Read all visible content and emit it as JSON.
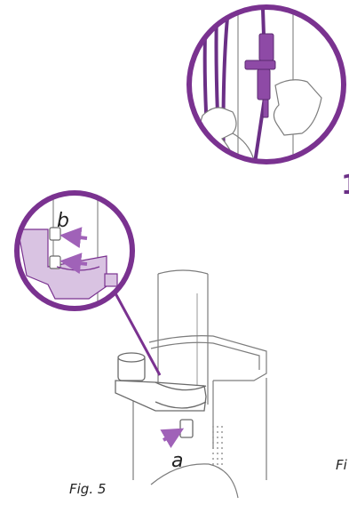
{
  "labels": {
    "callout_a": "a",
    "callout_b": "b",
    "fig_caption": "Fig. 5",
    "fig_caption_cut": "Fi",
    "fig_number_cut": "1"
  },
  "colors": {
    "accent_purple": "#7a3290",
    "arrow_purple": "#a062b8",
    "outline": "#7d7d7d",
    "tube_purple": "#6b2f86",
    "connector_purple": "#8e4aa6"
  }
}
